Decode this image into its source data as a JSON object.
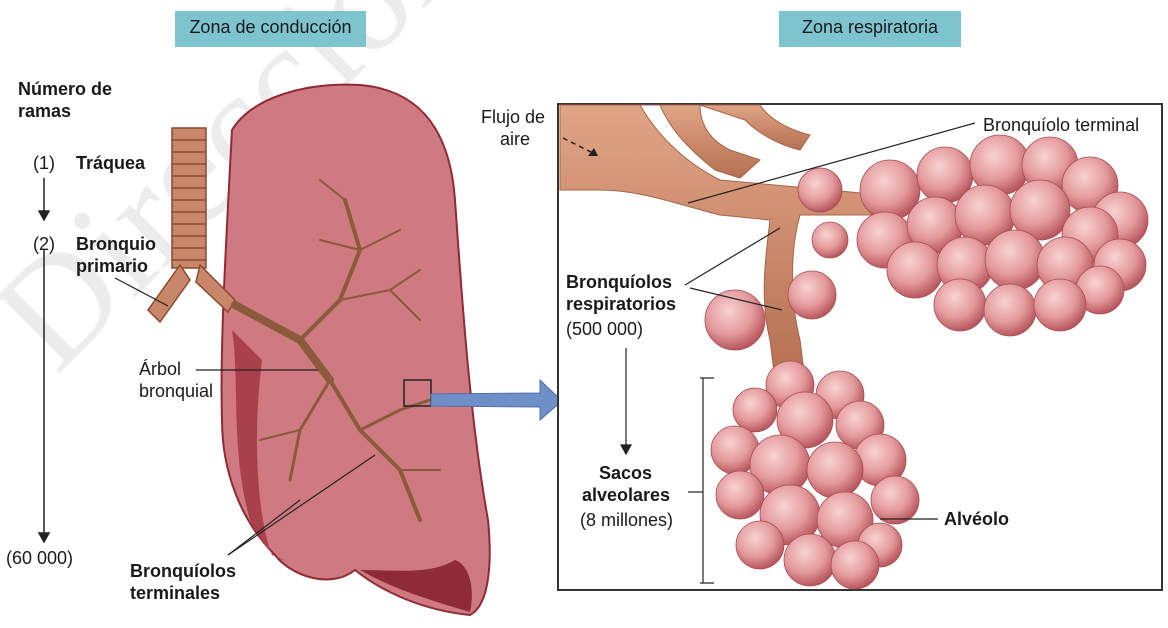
{
  "zones": {
    "conduction": "Zona de conducción",
    "respiratory": "Zona respiratoria"
  },
  "branches": {
    "heading_line1": "Número de",
    "heading_line2": "ramas",
    "trachea_count": "(1)",
    "trachea": "Tráquea",
    "primary_count": "(2)",
    "primary_line1": "Bronquio",
    "primary_line2": "primario",
    "terminal_count": "(60 000)"
  },
  "lung_labels": {
    "tree_line1": "Árbol",
    "tree_line2": "bronquial",
    "terminal_line1": "Bronquíolos",
    "terminal_line2": "terminales"
  },
  "detail_labels": {
    "airflow_line1": "Flujo de",
    "airflow_line2": "aire",
    "terminal_bronchiole": "Bronquíolo terminal",
    "resp_line1": "Bronquíolos",
    "resp_line2": "respiratorios",
    "resp_count": "(500 000)",
    "sacs_line1": "Sacos",
    "sacs_line2": "alveolares",
    "sacs_count": "(8 millones)",
    "alveolus": "Alvéolo"
  },
  "watermark": "Dirección General de Bibliotecas",
  "colors": {
    "zone_box": "#7ec4cf",
    "lung": "#c96a72",
    "lung_dark": "#8e2b36",
    "airway": "#c98a6a",
    "alveoli": "#e49a9c",
    "arrow": "#6f8fc9"
  }
}
